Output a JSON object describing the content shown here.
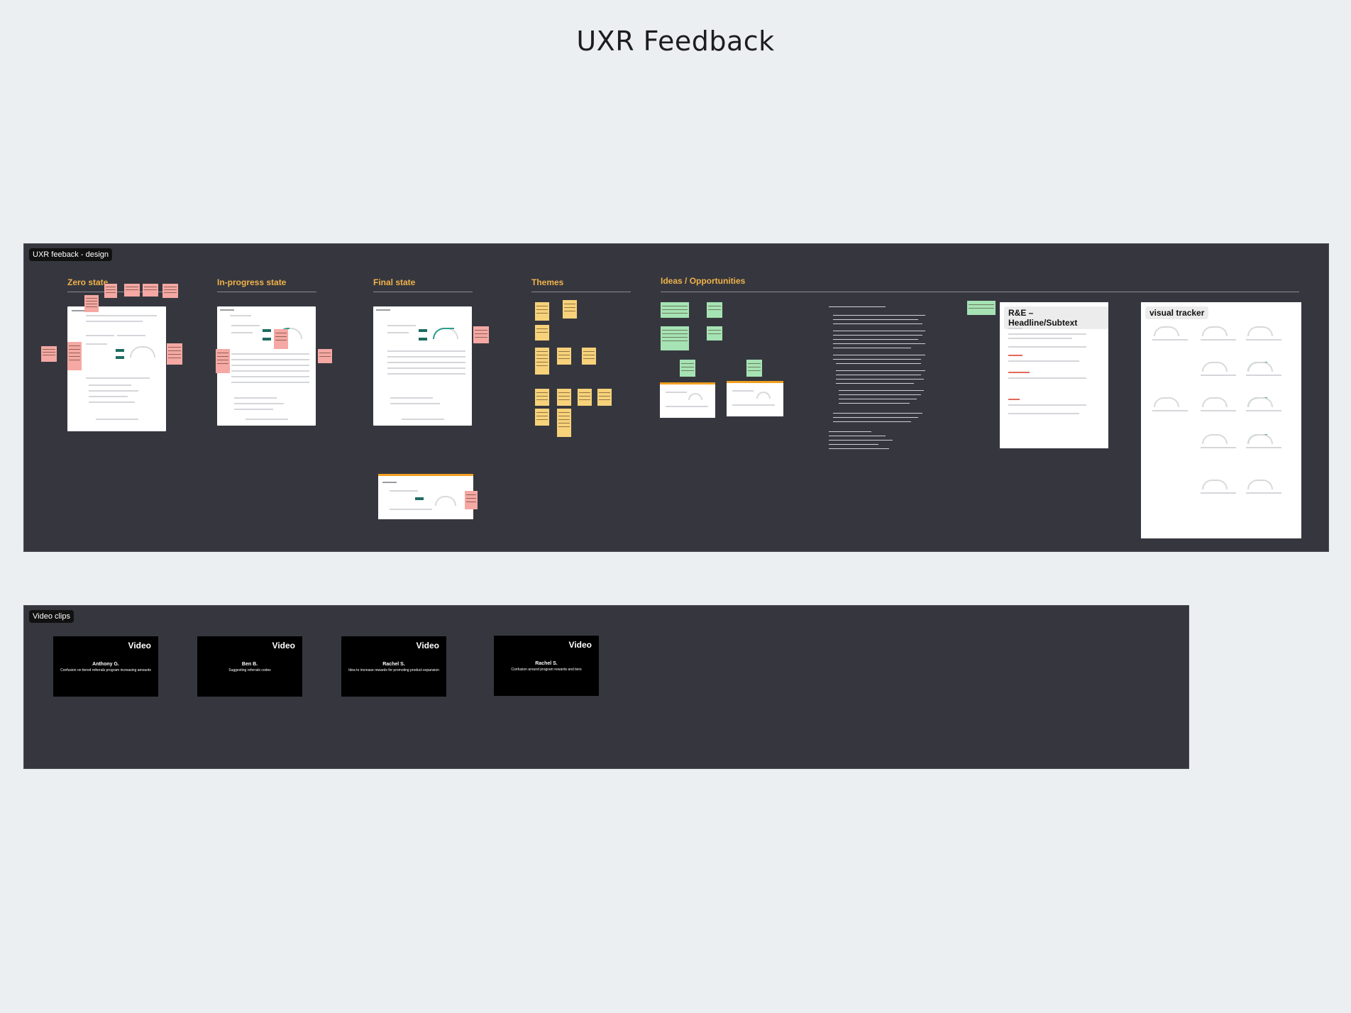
{
  "page": {
    "title": "UXR Feedback"
  },
  "design_section": {
    "label": "UXR feeback - design",
    "columns": [
      {
        "heading": "Zero state"
      },
      {
        "heading": "In-progress state"
      },
      {
        "heading": "Final state"
      },
      {
        "heading": "Themes"
      },
      {
        "heading": "Ideas / Opportunities"
      }
    ],
    "docs": [
      {
        "title": "R&E – Headline/Subtext"
      },
      {
        "title": "visual tracker"
      }
    ]
  },
  "video_section": {
    "label": "Video clips",
    "clips": [
      {
        "label": "Video",
        "name": "Anthony G.",
        "desc": "Confusion on tiered referrals program increasing amounts"
      },
      {
        "label": "Video",
        "name": "Ben B.",
        "desc": "Suggesting referrals codes"
      },
      {
        "label": "Video",
        "name": "Rachel S.",
        "desc": "Idea to increase rewards for promoting product expansion"
      },
      {
        "label": "Video",
        "name": "Rachel S.",
        "desc": "Confusion around program rewards and tiers"
      }
    ]
  },
  "colors": {
    "accent_heading": "#f0b24a",
    "board_bg": "#36373e",
    "teal": "#1f6b61"
  }
}
